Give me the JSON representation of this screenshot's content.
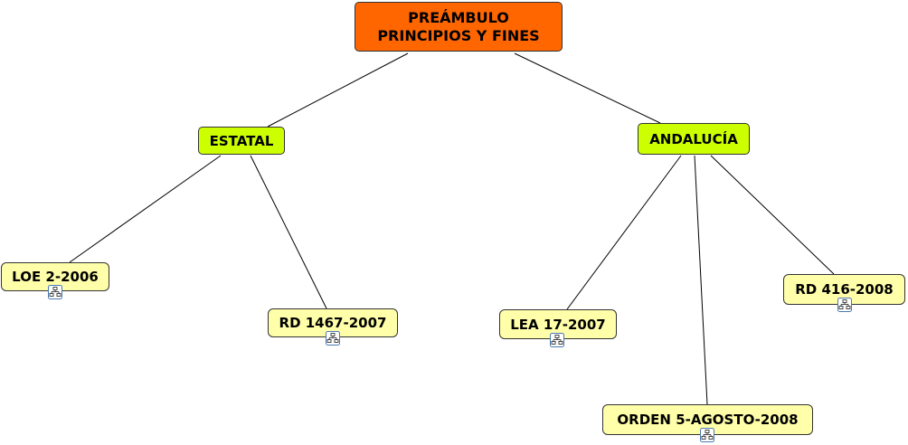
{
  "colors": {
    "root_fill": "#ff6600",
    "branch_fill": "#ccff00",
    "leaf_fill": "#ffffaa",
    "line": "#000000",
    "icon_frame": "#4a7ab5"
  },
  "root": {
    "line1": "PREÁMBULO",
    "line2": "PRINCIPIOS Y FINES"
  },
  "branches": {
    "estatal": "ESTATAL",
    "andalucia": "ANDALUCÍA"
  },
  "leaves": {
    "loe": "LOE 2-2006",
    "rd1467": "RD 1467-2007",
    "lea": "LEA 17-2007",
    "orden": "ORDEN 5-AGOSTO-2008",
    "rd416": "RD 416-2008"
  },
  "leaf_icon": "concept-map-link-icon"
}
